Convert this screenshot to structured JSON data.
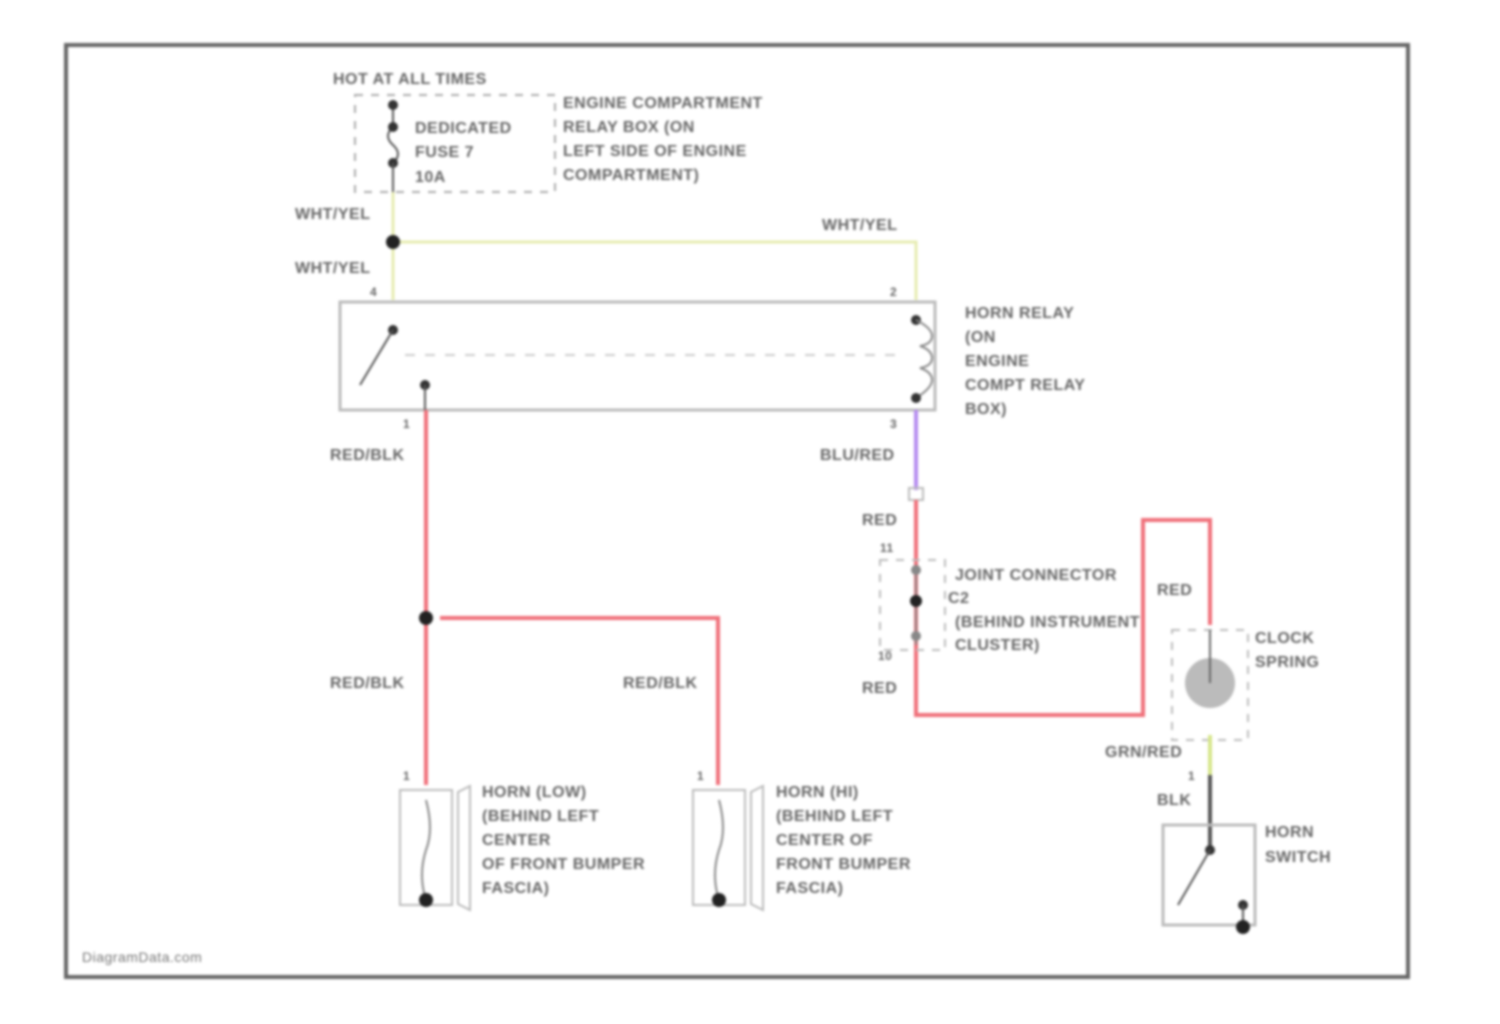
{
  "power": {
    "label": "HOT AT ALL TIMES"
  },
  "fuse": {
    "lines": [
      "DEDICATED",
      "FUSE 7",
      "10A"
    ]
  },
  "relay_box": {
    "lines": [
      "ENGINE COMPARTMENT",
      "RELAY BOX (ON",
      "LEFT SIDE OF ENGINE",
      "COMPARTMENT)"
    ]
  },
  "wires": {
    "wht_yel_1": "WHT/YEL",
    "wht_yel_2": "WHT/YEL",
    "wht_yel_3": "WHT/YEL",
    "red_blk_1": "RED/BLK",
    "red_blk_2": "RED/BLK",
    "red_blk_3": "RED/BLK",
    "blu_red": "BLU/RED",
    "red_1": "RED",
    "red_2": "RED",
    "red_3": "RED",
    "grn_red": "GRN/RED",
    "blk": "BLK"
  },
  "wire_colors": {
    "wht_yel": "#e6ecb0",
    "red": "#f0707a",
    "blu_red": "#b58cf0",
    "grn_red": "#d6e68a",
    "blk": "#555555",
    "frame": "#666666"
  },
  "horn_relay": {
    "lines": [
      "HORN RELAY",
      "(ON",
      "ENGINE",
      "COMPT RELAY",
      "BOX)"
    ],
    "pins": [
      "4",
      "2",
      "1",
      "3"
    ]
  },
  "joint_connector": {
    "lines": [
      "JOINT CONNECTOR",
      "C2",
      "(BEHIND INSTRUMENT",
      "CLUSTER)"
    ],
    "pins": [
      "11",
      "10"
    ]
  },
  "clock_spring": {
    "lines": [
      "CLOCK",
      "SPRING"
    ]
  },
  "horn_switch": {
    "lines": [
      "HORN",
      "SWITCH"
    ],
    "pin": "1"
  },
  "horn_low": {
    "lines": [
      "HORN (LOW)",
      "(BEHIND LEFT",
      "CENTER",
      "OF FRONT BUMPER",
      "FASCIA)"
    ],
    "pin": "1"
  },
  "horn_high": {
    "lines": [
      "HORN (HI)",
      "(BEHIND LEFT",
      "CENTER OF",
      "FRONT BUMPER",
      "FASCIA)"
    ],
    "pin": "1"
  },
  "watermark": "DiagramData.com"
}
